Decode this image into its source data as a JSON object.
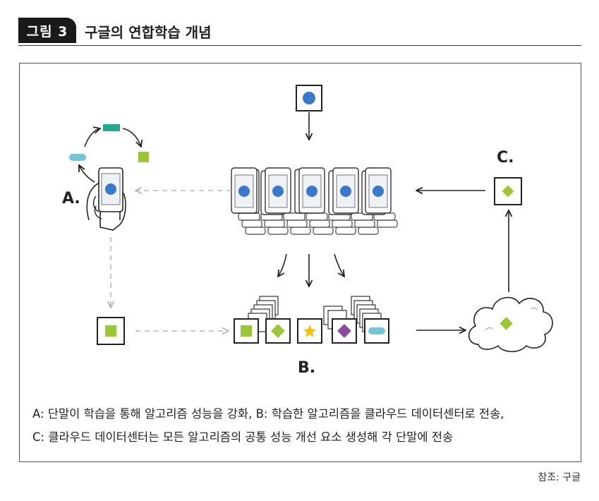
{
  "figure": {
    "badge": "그림 3",
    "title": "구글의 연합학습 개념"
  },
  "diagram": {
    "labels": {
      "a": "A.",
      "b": "B.",
      "c": "C."
    },
    "colors": {
      "blue": "#3a78c9",
      "green": "#9bc63a",
      "teal": "#22a98f",
      "cyan": "#74c5d6",
      "purple": "#8a4b9c",
      "yellow": "#f4c21b",
      "line": "#222222",
      "dashed": "#b5b5b5"
    },
    "icons": [
      "phone-icon",
      "hand-icon",
      "cloud-icon",
      "star-icon",
      "diamond-icon",
      "circle-icon",
      "square-icon"
    ]
  },
  "caption": {
    "line1": "A: 단말이 학습을 통해 알고리즘 성능을 강화, B: 학습한 알고리즘을 클라우드 데이터센터로 전송,",
    "line2": "C: 클라우드 데이터센터는 모든 알고리즘의 공통 성능 개선 요소 생성해 각 단말에 전송"
  },
  "source": "참조: 구글"
}
